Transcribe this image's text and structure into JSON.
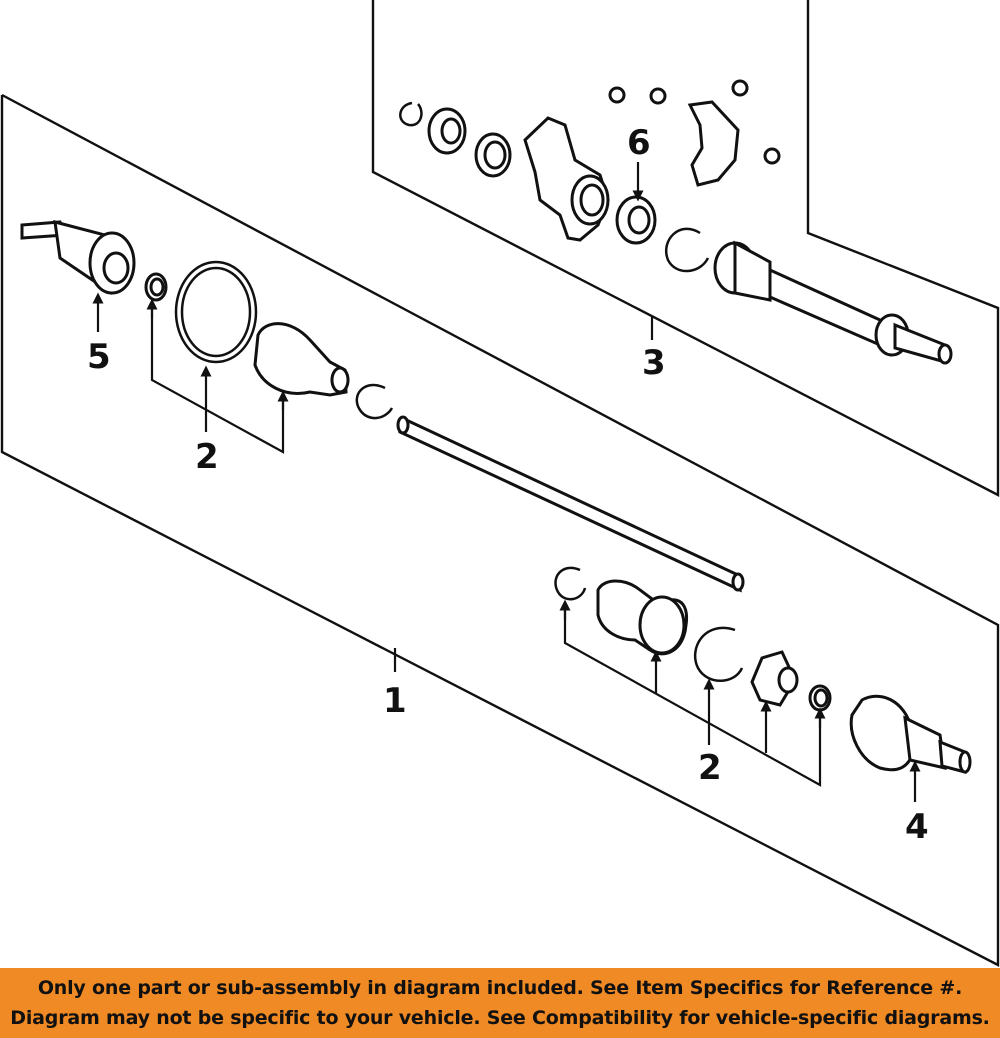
{
  "diagram": {
    "callouts": [
      "1",
      "2",
      "2",
      "3",
      "4",
      "5",
      "6"
    ]
  },
  "notice": {
    "line1": "Only one part or sub-assembly in diagram included. See Item Specifics for Reference #.",
    "line2": "Diagram may not be specific to your vehicle. See Compatibility for vehicle-specific diagrams.",
    "background": "#f08a24"
  }
}
